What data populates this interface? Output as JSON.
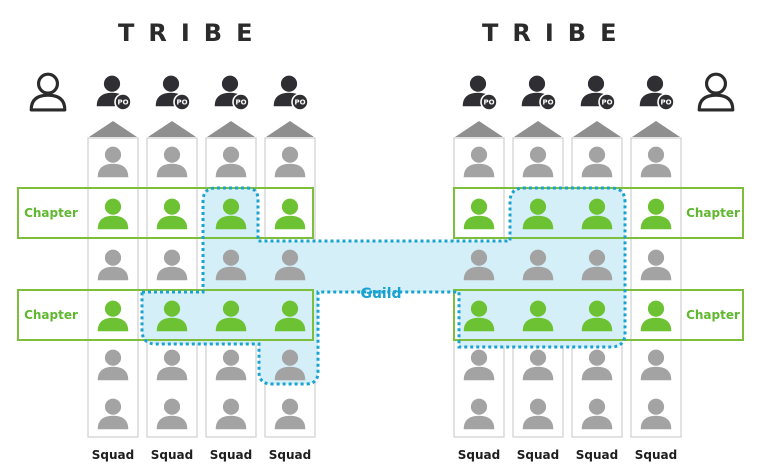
{
  "tribe_title": "TRIBE",
  "chapter_label": "Chapter",
  "guild_label": "Guild",
  "squad_label": "Squad",
  "po_badge": "PO",
  "tribes": [
    {
      "name": "TRIBE",
      "squads": [
        "Squad",
        "Squad",
        "Squad",
        "Squad"
      ],
      "chapters": [
        "Chapter",
        "Chapter"
      ]
    },
    {
      "name": "TRIBE",
      "squads": [
        "Squad",
        "Squad",
        "Squad",
        "Squad"
      ],
      "chapters": [
        "Chapter",
        "Chapter"
      ]
    }
  ],
  "colors": {
    "member": "#a3a3a3",
    "chapter_member": "#6cc232",
    "chapter_border": "#7dbf3c",
    "guild_fill": "#d4eff8",
    "guild_border": "#1aa3d1",
    "product_owner": "#2f2f33",
    "column_border": "#cfcfcf"
  }
}
